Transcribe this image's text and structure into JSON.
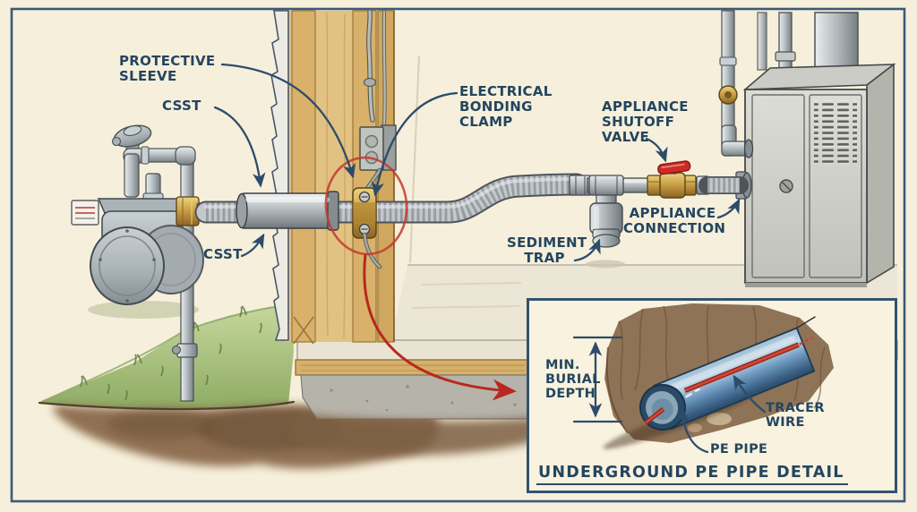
{
  "labels": {
    "protective_sleeve": "PROTECTIVE SLEEVE",
    "csst_upper": "CSST",
    "csst_lower": "CSST",
    "electrical_bonding_clamp": "ELECTRICAL BONDING CLAMP",
    "appliance_shutoff_valve": "APPLIANCE SHUTOFF VALVE",
    "sediment_trap": "SEDIMENT TRAP",
    "appliance_connection": "APPLIANCE CONNECTION"
  },
  "inset": {
    "min_burial_depth": "MIN. BURIAL DEPTH",
    "tracer_wire": "TRACER WIRE",
    "pe_pipe": "PE PIPE",
    "title": "UNDERGROUND PE PIPE DETAIL"
  },
  "colors": {
    "background": "#f6efdb",
    "frame_border": "#3b5a77",
    "label_text": "#24455f",
    "leader_line": "#2c4c6a",
    "highlight_red": "#c23b2e",
    "valve_handle_red": "#cf2b26",
    "pe_pipe_blue": "#6f9ac0",
    "tracer_wire_red": "#c0392b",
    "brass": "#c69c42",
    "pipe_gray": "#b9bfc2",
    "wood": "#dcb97c",
    "grass_green": "#a4bf79",
    "soil_brown": "#8b6a4c"
  }
}
